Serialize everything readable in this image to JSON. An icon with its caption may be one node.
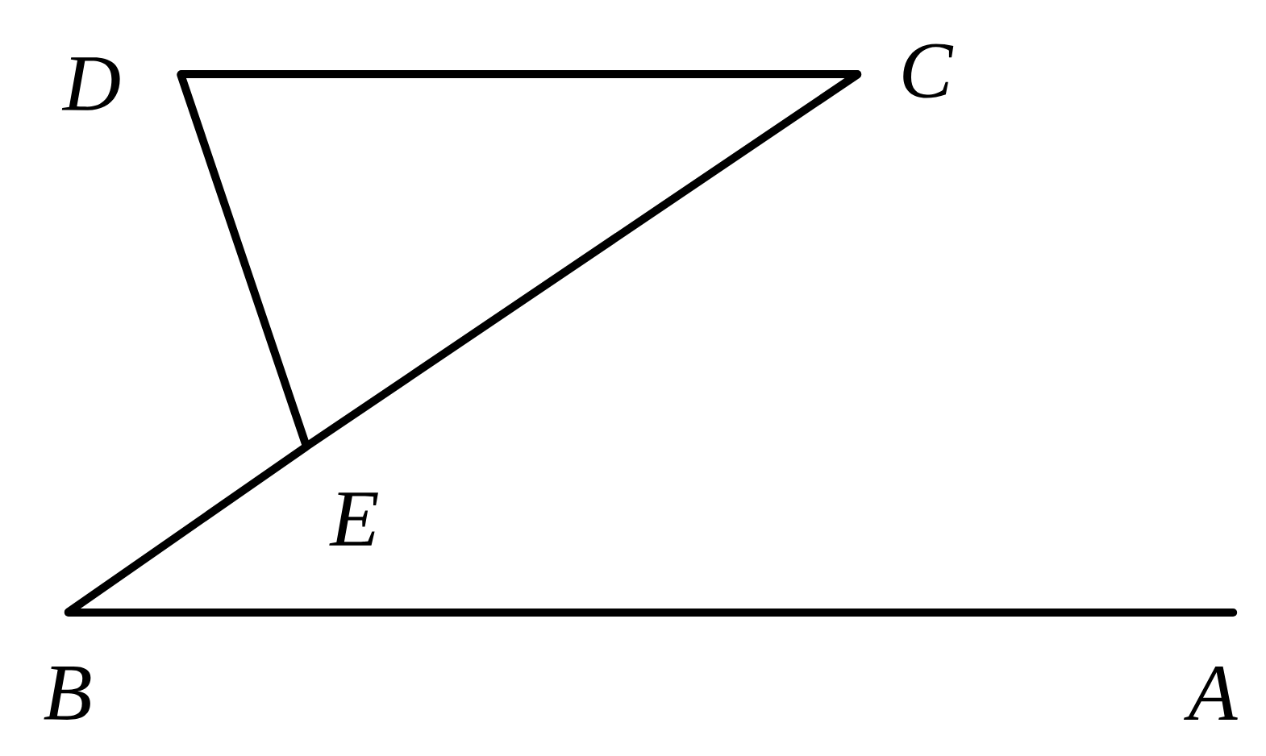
{
  "diagram": {
    "nodes": [
      {
        "text": [
          "D"
        ]
      },
      {
        "text": [
          "C"
        ]
      },
      {
        "text": [
          "E"
        ]
      },
      {
        "text": [
          "B"
        ]
      },
      {
        "text": [
          "A"
        ]
      }
    ],
    "edges": [
      {
        "from": 0,
        "to": 1,
        "arrow": "none"
      },
      {
        "from": 0,
        "to": 2,
        "arrow": "none"
      },
      {
        "from": 3,
        "to": 2,
        "arrow": "none"
      },
      {
        "from": 2,
        "to": 1,
        "arrow": "none"
      },
      {
        "from": 3,
        "to": 4,
        "arrow": "none"
      }
    ]
  }
}
